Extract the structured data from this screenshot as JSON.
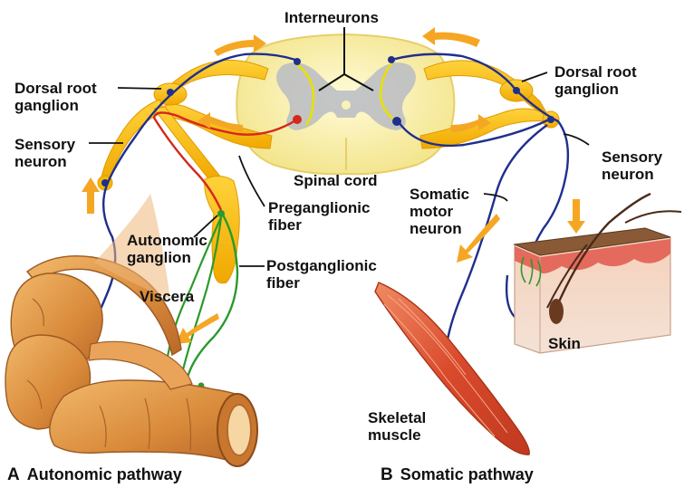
{
  "labels": {
    "interneurons": "Interneurons",
    "dorsal_root_left_1": "Dorsal root",
    "dorsal_root_left_2": "ganglion",
    "sensory_left_1": "Sensory",
    "sensory_left_2": "neuron",
    "spinal_cord": "Spinal cord",
    "preganglionic_1": "Preganglionic",
    "preganglionic_2": "fiber",
    "autonomic_ganglion_1": "Autonomic",
    "autonomic_ganglion_2": "ganglion",
    "postganglionic_1": "Postganglionic",
    "postganglionic_2": "fiber",
    "viscera": "Viscera",
    "dorsal_root_right_1": "Dorsal root",
    "dorsal_root_right_2": "ganglion",
    "sensory_right_1": "Sensory",
    "sensory_right_2": "neuron",
    "somatic_motor_1": "Somatic",
    "somatic_motor_2": "motor",
    "somatic_motor_3": "neuron",
    "skin": "Skin",
    "skeletal_muscle_1": "Skeletal",
    "skeletal_muscle_2": "muscle"
  },
  "captions": {
    "a_letter": "A",
    "a_text": "Autonomic pathway",
    "b_letter": "B",
    "b_text": "Somatic pathway"
  },
  "colors": {
    "nerve": "#f5b700",
    "arrow": "#f5a623",
    "sensory_neuron": "#1f2f8c",
    "preganglionic": "#d4281c",
    "postganglionic": "#2a9a2a",
    "interneuron": "#e8e000",
    "spinal_cord": "#fbf3b4",
    "gray_matter": "#b9bcc4"
  }
}
